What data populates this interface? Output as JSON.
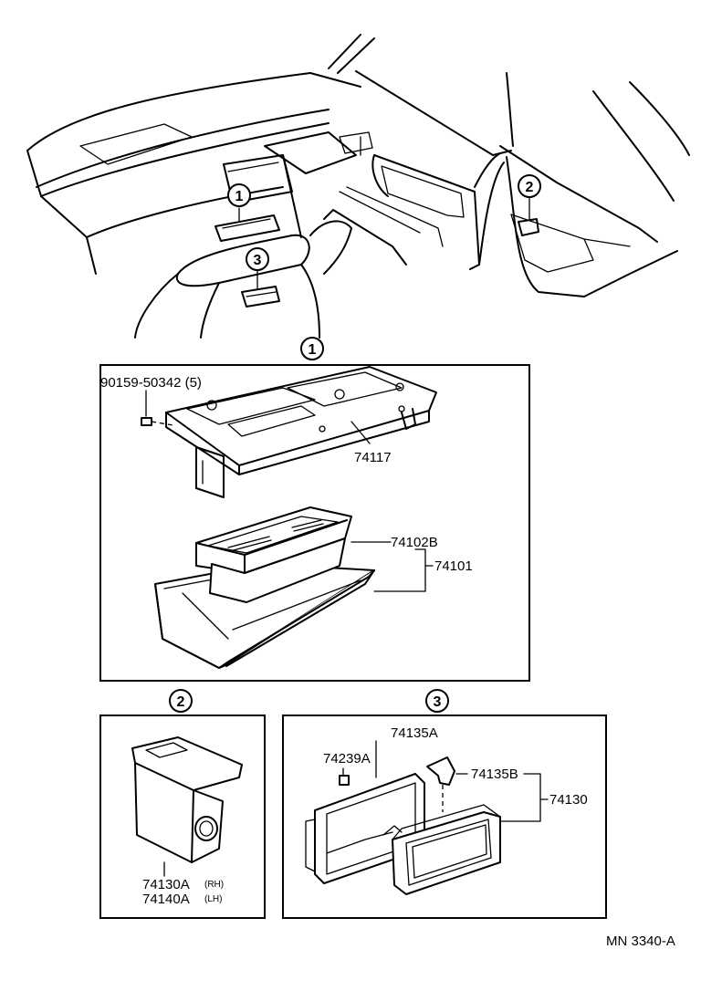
{
  "callouts": {
    "c1": "1",
    "c2": "2",
    "c3": "3"
  },
  "panel1": {
    "screw": "90159-50342 (5)",
    "bracket": "74117",
    "inner_box": "74102B",
    "assembly": "74101"
  },
  "panel2": {
    "rh": "74130A",
    "rh_side": "(RH)",
    "lh": "74140A",
    "lh_side": "(LH)"
  },
  "panel3": {
    "housing": "74135A",
    "clip": "74239A",
    "bracket": "74135B",
    "assembly": "74130"
  },
  "footer": {
    "code": "MN 3340-A"
  }
}
